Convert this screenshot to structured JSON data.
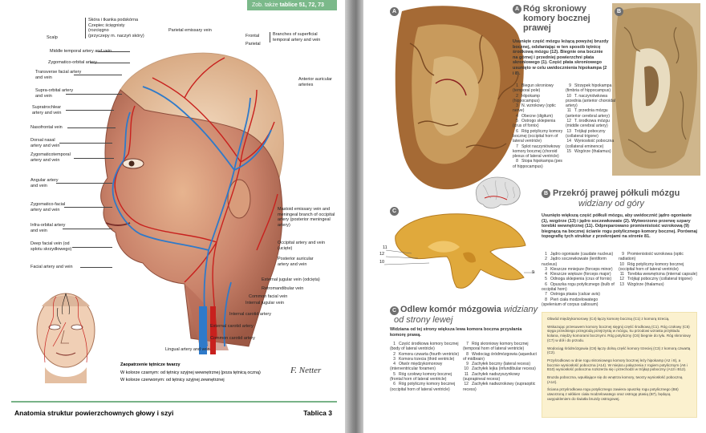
{
  "left_page": {
    "ref_prefix": "Zob. także",
    "ref_bold": "tablice 51, 72, 73",
    "labels_left": [
      "Middle temporal artery and vein",
      "Zygomatico-orbital artery",
      "Transverse facial artery and vein",
      "Supra-orbital artery and vein",
      "Supratrochlear artery and vein",
      "Nasofrontal vein",
      "Dorsal nasal artery and vein",
      "Zygomaticotemporal artery and vein",
      "Angular artery and vein",
      "Zygomatico-facial artery and vein",
      "Infra-orbital artery and vein",
      "Deep facial vein (od splotu skrzydłowego)",
      "Facial artery and vein"
    ],
    "scalp_label": "Scalp",
    "scalp_lines": [
      "Skóra i tkanka podskórna",
      "Czepiec ścięgnisty",
      "(rozcięgno",
      "(przyczepy m. naczyń skóry)"
    ],
    "label_parietal_emissary": "Parietal emissary vein",
    "label_frontal": "Frontal",
    "label_parietal": "Parietal",
    "label_branches": "Branches of superficial temporal artery and vein",
    "labels_right": [
      "Anterior auricular arteries",
      "Mastoid emissary vein and meningeal branch of occipital artery (posterior meningeal artery)",
      "Occipital artery and vein (ucięte)",
      "Posterior auricular artery and vein",
      "Retromandibular vein",
      "Common facial vein",
      "Internal jugular vein",
      "External jugular vein (odcięta)"
    ],
    "labels_bottom": [
      "Internal carotid artery",
      "External carotid artery",
      "Common carotid artery",
      "Lingual artery and vein"
    ],
    "legend_title": "Zaopatrzenie tętnicze twarzy",
    "legend_lines": [
      "W kolorze czarnym: od tętnicy szyjnej wewnętrznej (poza tętnicą oczną)",
      "W kolorze czerwonym: od tętnicy szyjnej zewnętrznej"
    ],
    "signature": "F. Netter",
    "footer_title": "Anatomia struktur powierzchownych głowy i szyi",
    "footer_plate": "Tablica 3"
  },
  "right_page": {
    "badge_a": "A",
    "badge_b": "B",
    "badge_c": "C",
    "title_a_lines": [
      "Róg skroniowy",
      "komory bocznej",
      "prawej"
    ],
    "intro_a": "Usunięte część mózgu leżącą powyżej bruzdy bocznej, odsłaniając w ten sposób tętnicę środkową mózgu (12). Biegnie ona bocznie na górnej i przedniej powierzchni płata skroniowego (1). Część płata skroniowego usunięto w celu uwidocznienia hipokampa (2 i 8).",
    "list_a_left": [
      [
        "1",
        "Biegun skroniowy (temporal pole)"
      ],
      [
        "2",
        "Hipokamp (hippocampus)"
      ],
      [
        "3",
        "N. wzrokowy (optic nerve)"
      ],
      [
        "4",
        "Obecne (digitum)"
      ],
      [
        "5",
        "Ostrogo sklepienia (crus of fornix)"
      ],
      [
        "6",
        "Róg potyliczny komory bocznej (occipital horn of lateral ventricle)"
      ],
      [
        "7",
        "Splot naczyniówkowy komory bocznej (choroid plexus of lateral ventricle)"
      ],
      [
        "8",
        "Stopa hipokampa (pes of hippocampus)"
      ]
    ],
    "list_a_right": [
      [
        "9",
        "Strzępek hipokampa (fimbria of hippocampus)"
      ],
      [
        "10",
        "T. naczyniówkowa przednia (anterior choroidal artery)"
      ],
      [
        "11",
        "T. przednia mózgu (anterior cerebral artery)"
      ],
      [
        "12",
        "T. środkowa mózgu (middle cerebral artery)"
      ],
      [
        "13",
        "Trójkąt poboczny (collateral trigone)"
      ],
      [
        "14",
        "Wyniosłość poboczna (collateral eminence)"
      ],
      [
        "15",
        "Wzgórze (thalamus)"
      ]
    ],
    "title_b": "Przekrój prawej półkuli mózgu",
    "subtitle_b": "widziany od góry",
    "intro_b": "Usunięto większą część półkuli mózgu, aby uwidocznić jądro ogoniaste (1), wzgórze (13) i jądro soczewkowate (2). Wytworzono przerwę szpary torebki wewnętrznej (11). Odpreparowano promienistość wzrokową (9) biegnącą na bocznej ścianie rogu potylicznego komory bocznej. Porównaj topografię tych struktur z przekrojami na stronie 81.",
    "list_b_left": [
      [
        "1",
        "Jądro ogoniaste (caudate nucleus)"
      ],
      [
        "2",
        "Jądro soczewkowate (lentiform nucleus)"
      ],
      [
        "3",
        "Kleszcze mniejsze (forceps minor)"
      ],
      [
        "4",
        "Kleszcze większe (forceps major)"
      ],
      [
        "5",
        "Odnoga sklepienia (crus of fornix)"
      ],
      [
        "6",
        "Opuszka rogu potylicznego (bulb of occipital horn)"
      ],
      [
        "7",
        "Ostroga ptasia (calcar avis)"
      ],
      [
        "8",
        "Pień ciała modzelowatego (spelenium of corpus callosum)"
      ]
    ],
    "list_b_right": [
      [
        "9",
        "Promienistość wzrokowa (optic radiation)"
      ],
      [
        "10",
        "Róg potyliczny komory bocznej (occipital horn of lateral ventricle)"
      ],
      [
        "11",
        "Torebka wewnętrzna (internal capsule)"
      ],
      [
        "12",
        "Trójkąt poboczny (collateral trigone)"
      ],
      [
        "13",
        "Wzgórze (thalamus)"
      ]
    ],
    "title_c_line1": "Odlew komór mózgowia",
    "title_c_italic1": "widziany",
    "title_c_italic2": "od strony lewej",
    "intro_c": "Widziana od tej strony większa lewa komora boczna przysłania komorę prawą.",
    "list_c_left": [
      [
        "1",
        "Część środkowa komory bocznej (body of lateral ventricle)"
      ],
      [
        "2",
        "Komora czwarta (fourth ventricle)"
      ],
      [
        "3",
        "Komora trzecia (third ventricle)"
      ],
      [
        "4",
        "Otwór międzykomorowy (interventricular foramen)"
      ],
      [
        "5",
        "Róg czołowy komory bocznej (frontal horn of lateral ventricle)"
      ],
      [
        "6",
        "Róg potyliczny komory bocznej (occipital horn of lateral ventricle)"
      ]
    ],
    "list_c_right": [
      [
        "7",
        "Róg skroniowy komory bocznej (temporal horn of lateral ventricle)"
      ],
      [
        "8",
        "Wodociąg śródmózgowia (aqueduct of midbrain)"
      ],
      [
        "9",
        "Zachyłek boczny (lateral recess)"
      ],
      [
        "10",
        "Zachyłek lejka (infundibular recess)"
      ],
      [
        "11",
        "Zachyłek nadszyszynkowy (suprapineal recess)"
      ],
      [
        "12",
        "Zachyłek nadwzrokowy (supraoptic recess)"
      ]
    ],
    "note_paragraphs": [
      "Obwód międzykomorowy (C4) łączy komorę boczną (C1) z komorą trzecią.",
      "Wskazując przesuwem komory bocznej sięgnij część środkową (C1). Róg czołowy (C5) sięga przedniego przegrodą przejrzystą w mózgu, ku przodowi wzrasta przykładu kolana, między komorami bocznymi. Róg potyliczny (C6) biegnie do tyłu. Róg skroniowy (C7) w dół i do przodu.",
      "Wodociąg śródmózgowia (C8) łączy dolną część komory trzeciej (C3) z komorą czwartą (C2).",
      "Przyśrodkowo w dnie rogu skroniowego komory bocznej leży hipokamp (A2 i 8), a bocznie wyniosłość poboczna (A14). W miejscu połączenia z rogiem potylicznym (A6 i B10) wyniosłość poboczna rozszerza się i przechodzi w trójkąt poboczny (A13 i B12).",
      "Bruzda poboczna, wpuklające się do wnętrza komory, tworzy wyniosłość poboczną (A14).",
      "Ściana przyśrodkowa rogu potylicznego zawiera opuszkę rogu potylicznego (B6) utworzoną z włókien ciała modzelowatego oraz ostrogę ptasią (B7), będącą uwypukleniem do światła bruzdy ostrogowej."
    ],
    "figure_numbers": [
      "11",
      "12",
      "10",
      "9"
    ]
  }
}
